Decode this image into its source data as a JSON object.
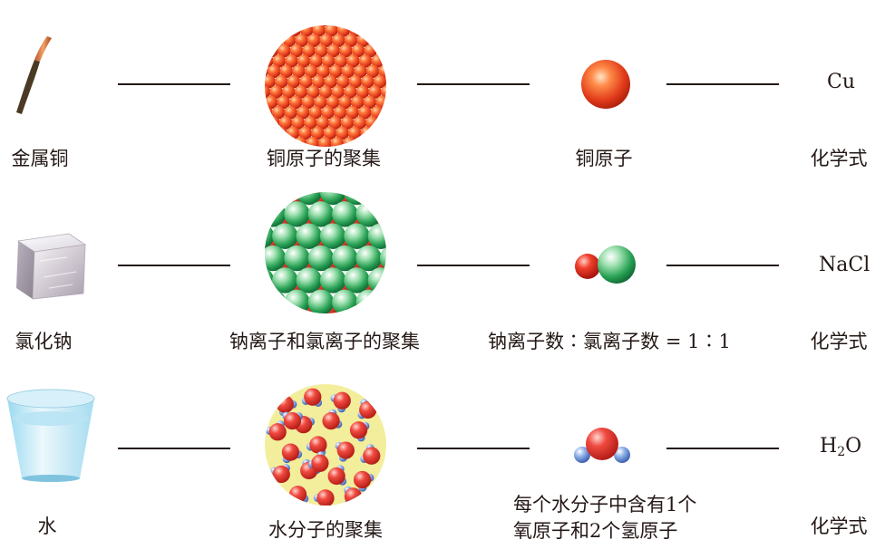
{
  "rows": [
    {
      "substance": "金属铜",
      "aggregate": "铜原子的聚集",
      "particle": "铜原子",
      "formula": "Cu",
      "formula_caption": "化学式"
    },
    {
      "substance": "氯化钠",
      "aggregate": "钠离子和氯离子的聚集",
      "particle": "钠离子数∶氯离子数 = 1∶1",
      "formula": "NaCl",
      "formula_caption": "化学式"
    },
    {
      "substance": "水",
      "aggregate": "水分子的聚集",
      "particle_line1": "每个水分子中含有1个",
      "particle_line2": "氧原子和2个氢原子",
      "formula_main": "H",
      "formula_sub": "2",
      "formula_end": "O",
      "formula_caption": "化学式"
    }
  ],
  "colors": {
    "copper": "#e8431a",
    "sodium": "#e02a1c",
    "chlorine": "#1f9a4a",
    "oxygen": "#e0322c",
    "hydrogen": "#5f86cf",
    "water_bg": "#f2ec9a"
  }
}
